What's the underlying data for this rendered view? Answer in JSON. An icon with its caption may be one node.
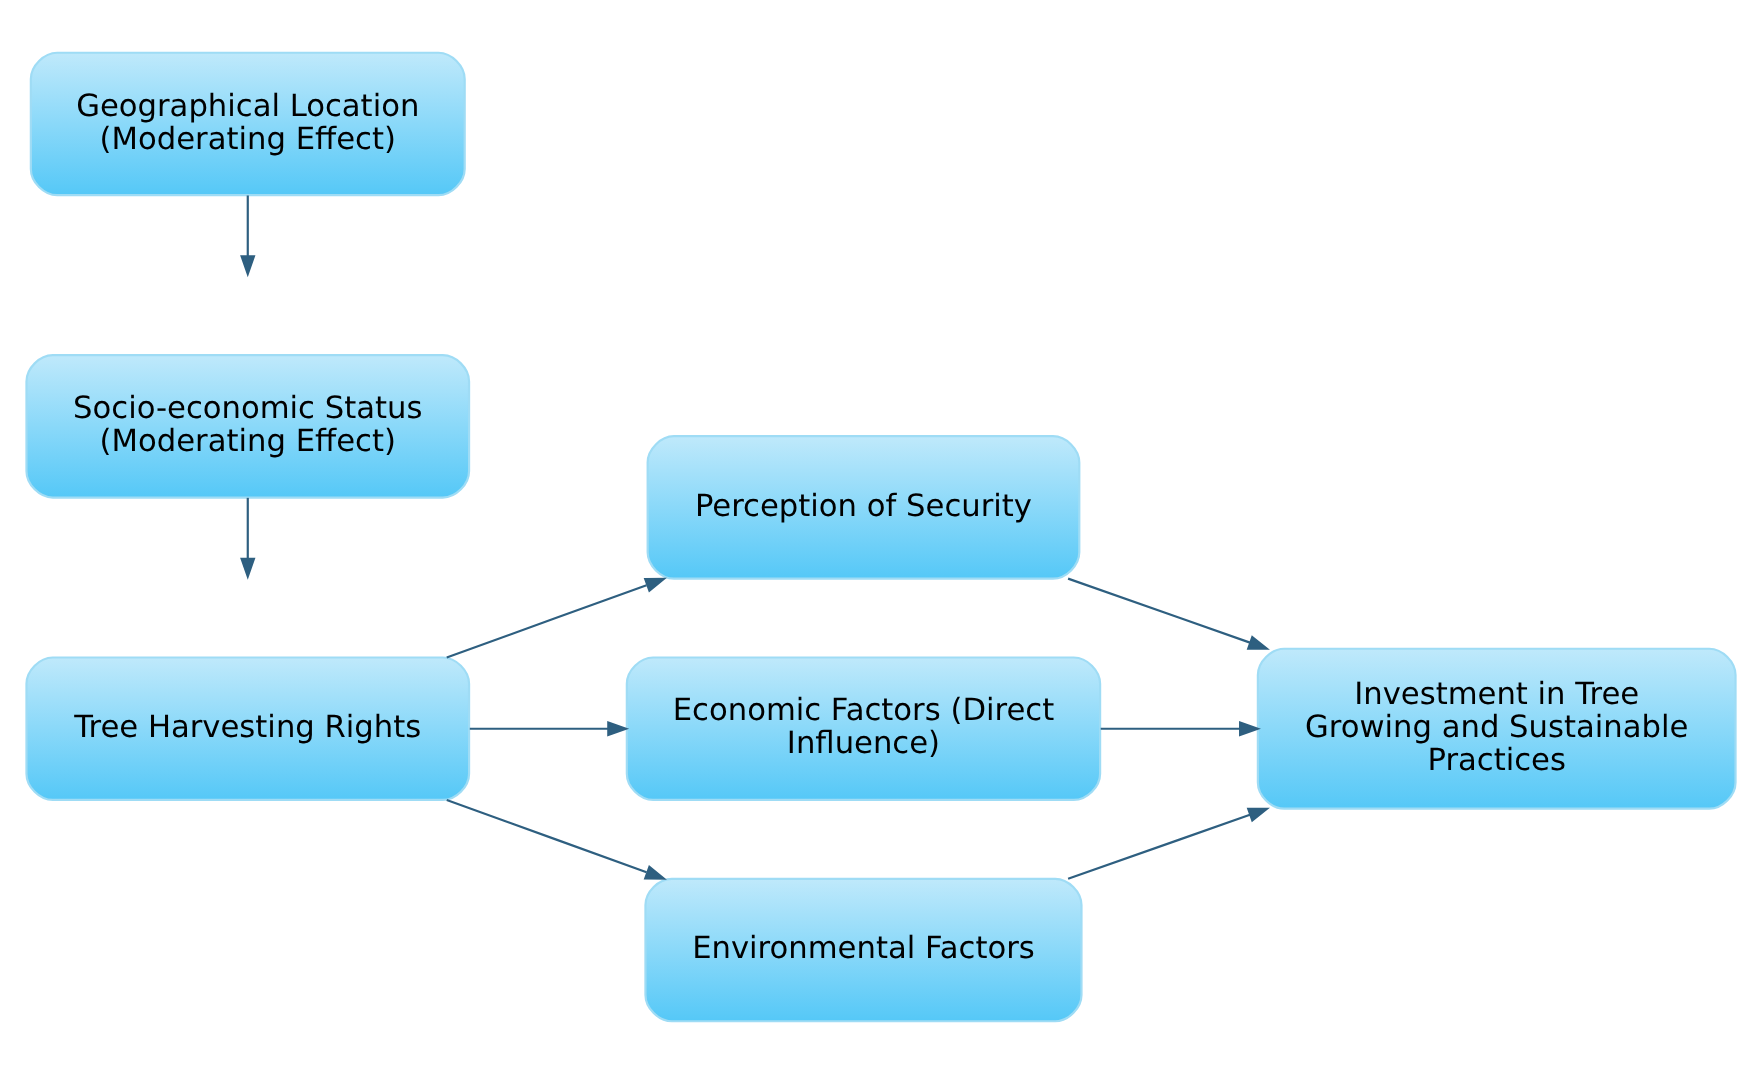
{
  "diagram": {
    "nodes": [
      {
        "text": [
          "Tree Harvesting Rights"
        ]
      },
      {
        "text": [
          "Perception of Security"
        ]
      },
      {
        "text": [
          "Economic Factors (Direct Influence)"
        ]
      },
      {
        "text": [
          "Investment in Tree Growing and Sustainable Practices"
        ]
      },
      {
        "text": [
          "Environmental Factors"
        ]
      },
      {
        "text": [
          "Socio-economic Status (Moderating Effect)"
        ]
      },
      {
        "text": [
          "Geographical Location (Moderating Effect)"
        ]
      }
    ],
    "edges": [
      {
        "from": 0,
        "to": 1,
        "arrow": "to"
      },
      {
        "from": 0,
        "to": 2,
        "arrow": "to"
      },
      {
        "from": 0,
        "to": 4,
        "arrow": "to"
      },
      {
        "from": 1,
        "to": 3,
        "arrow": "to"
      },
      {
        "from": 2,
        "to": 3,
        "arrow": "to"
      },
      {
        "from": 4,
        "to": 3,
        "arrow": "to"
      },
      {
        "from": 5,
        "to": null,
        "arrow": "to"
      },
      {
        "from": 6,
        "to": null,
        "arrow": "to"
      }
    ]
  }
}
